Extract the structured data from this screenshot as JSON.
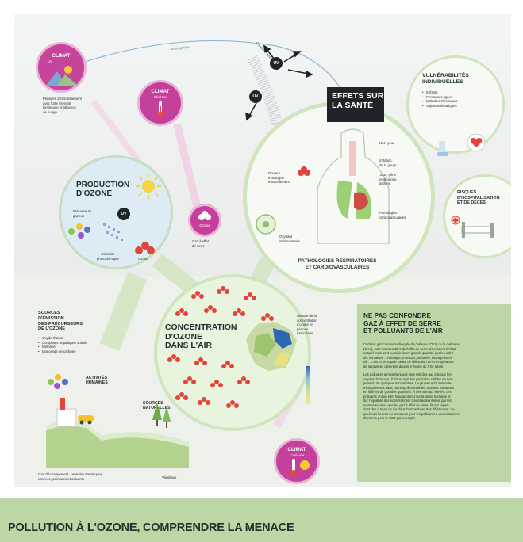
{
  "stratosphere_label": "Stratosphère",
  "ozone_layer_label": "Couche d'ozone",
  "uv_label": "UV",
  "climat_uv": {
    "title": "CLIMAT",
    "sub": "UV"
  },
  "sunshine_text": [
    "Périodes d'ensoleillement",
    "avec forte intensité",
    "lumineuse et absence",
    "de nuage"
  ],
  "climat_chaleur": {
    "title": "CLIMAT",
    "sub": "Chaleur"
  },
  "climat_canicule": {
    "title": "CLIMAT",
    "sub": "Canicule"
  },
  "production": {
    "title1": "PRODUCTION",
    "title2": "D'OZONE",
    "precursors": [
      "Précurseurs",
      "gazeux"
    ],
    "reaction": [
      "Réaction",
      "photochimique"
    ],
    "ozone": "Ozone"
  },
  "greenhouse": {
    "badge": "Ozone",
    "caption": [
      "Gaz à effet",
      "de serre"
    ]
  },
  "concentration": {
    "title": [
      "CONCENTRATION",
      "D'OZONE",
      "DANS L'AIR"
    ],
    "map_caption": [
      "Mesure de la",
      "concentration",
      "d'ozone en",
      "période",
      "caniculaire"
    ]
  },
  "sources": {
    "title": [
      "SOURCES",
      "D'ÉMISSION",
      "DES PRÉCURSEURS",
      "DE L'OZONE"
    ],
    "items": [
      "Oxyde d'azote",
      "Composés organiques volatils",
      "Méthane",
      "Monoxyde de carbone"
    ],
    "human": [
      "ACTIVITÉS",
      "HUMAINES"
    ],
    "natural": [
      "SOURCES",
      "NATURELLES"
    ],
    "exhaust": [
      "Gaz d'échappement, centrales thermiques,",
      "essence, peintures et solvants"
    ],
    "vegetation": "Végétaux"
  },
  "health": {
    "title": [
      "EFFETS SUR",
      "LA SANTÉ"
    ],
    "labels": {
      "nose": "Nez, yeux",
      "throat": [
        "Irritation",
        "de la gorge"
      ],
      "cough": [
        "Toux, gêne",
        "respiratoire,",
        "asthme"
      ],
      "chest": [
        "Douleur",
        "thoracique",
        "essoufflement"
      ],
      "cardio": [
        "Pathologies",
        "cardiovasculaires"
      ],
      "inflam": [
        "Oxydant",
        "inflammatoire"
      ]
    },
    "bottom": [
      "PATHOLOGIES RESPIRATOIRES",
      "ET CARDIOVASCULAIRES"
    ]
  },
  "vulnerable": {
    "title": [
      "VULNÉRABILITÉS",
      "INDIVIDUELLES"
    ],
    "items": [
      "Enfants",
      "Personnes âgées",
      "Maladies chroniques",
      "Sujets asthmatiques"
    ]
  },
  "hospital": [
    "RISQUES",
    "D'HOSPITALISATION",
    "ET DE DÉCÈS"
  ],
  "panel": {
    "title": [
      "NE PAS CONFONDRE",
      "GAZ À EFFET DE SERRE",
      "ET POLLUANTS DE L'AIR"
    ],
    "p1": [
      "Certains gaz comme le dioxyde de carbone (CO2) ou le méthane",
      "(CH4), sont responsables de l'effet de serre. Ils existent à l'état",
      "naturel mais sont aussi émis en grande quantité par les activi-",
      "tés humaines : chauffage, transport, industrie, élevage inten-",
      "sif... C'est la principale cause de l'élévation de la température",
      "de la planète, observée depuis le milieu du XXe siècle."
    ],
    "p2": [
      "Les polluants atmosphériques sont soit des gaz tels que les",
      "oxydes d'azote ou l'ozone, soit des particules solides en sus-",
      "pension de quelques micromètres. La plupart sont naturelle-",
      "ment présents dans l'atmosphère mais les activités humaines",
      "en libèrent de grandes quantités. À des niveaux élevés, ces",
      "polluants ont un effet toxique direct sur la santé humaine et",
      "sur l'équilibre des écosystèmes. Généralement émis par les",
      "mêmes sources que les gaz à effet de serre, ils ont cepen-",
      "dant des durées de vie dans l'atmosphère très différentes : de",
      "quelques heures ou semaines pour les polluants à des centaines",
      "d'années pour le CO2 par exemple."
    ]
  },
  "banner_title": "POLLUTION À L'OZONE, COMPRENDRE LA MENACE",
  "colors": {
    "green_light": "#bcd6a6",
    "green_circle": "#dfeed3",
    "magenta": "#c4409a",
    "panel": "#bcd6a6",
    "red": "#e0443a"
  }
}
